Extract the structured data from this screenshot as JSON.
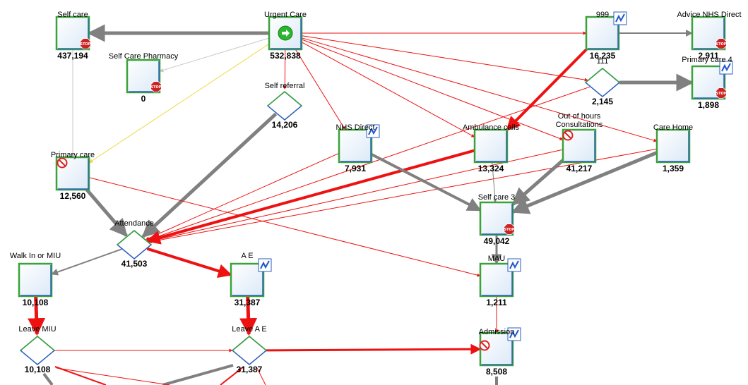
{
  "nodes": {
    "self_care": {
      "label": "Self care",
      "value": "437,194",
      "kind": "box",
      "badges": [
        "stop-icon"
      ]
    },
    "urgent_care": {
      "label": "Urgent Care",
      "value": "532,838",
      "kind": "box",
      "badges": [
        "start-icon"
      ]
    },
    "n999": {
      "label": "999",
      "value": "16,235",
      "kind": "box",
      "badges": [
        "trend-icon"
      ]
    },
    "advice_nhs_direct": {
      "label": "Advice NHS Direct",
      "value": "2,911",
      "kind": "box",
      "badges": [
        "stop-icon"
      ]
    },
    "self_care_pharmacy": {
      "label": "Self Care Pharmacy",
      "value": "0",
      "kind": "box",
      "badges": [
        "stop-icon"
      ]
    },
    "n111": {
      "label": "111",
      "value": "2,145",
      "kind": "diamond",
      "badges": []
    },
    "primary_care_4": {
      "label": "Primary care 4",
      "value": "1,898",
      "kind": "box",
      "badges": [
        "trend-icon",
        "stop-icon"
      ]
    },
    "self_referral": {
      "label": "Self referral",
      "value": "14,206",
      "kind": "diamond",
      "badges": []
    },
    "primary_care": {
      "label": "Primary care",
      "value": "12,560",
      "kind": "box",
      "badges": [
        "no-entry-icon"
      ]
    },
    "nhs_direct": {
      "label": "NHS Direct",
      "value": "7,931",
      "kind": "box",
      "badges": [
        "trend-icon"
      ]
    },
    "ambulance_calls": {
      "label": "Ambulance calls",
      "value": "13,324",
      "kind": "box",
      "badges": []
    },
    "out_of_hours": {
      "label": "Out of hours\nConsultations",
      "value": "41,217",
      "kind": "box",
      "badges": [
        "no-entry-icon"
      ]
    },
    "care_home": {
      "label": "Care Home",
      "value": "1,359",
      "kind": "box",
      "badges": []
    },
    "self_care_3": {
      "label": "Self care 3",
      "value": "49,042",
      "kind": "box",
      "badges": [
        "stop-icon"
      ]
    },
    "attendance": {
      "label": "Attendance",
      "value": "41,503",
      "kind": "diamond",
      "badges": []
    },
    "walk_in": {
      "label": "Walk In or MIU",
      "value": "10,108",
      "kind": "box",
      "badges": []
    },
    "ae": {
      "label": "A E",
      "value": "31,387",
      "kind": "box",
      "badges": [
        "trend-icon"
      ]
    },
    "mau": {
      "label": "MAU",
      "value": "1,211",
      "kind": "box",
      "badges": [
        "trend-icon"
      ]
    },
    "leave_miu": {
      "label": "Leave MIU",
      "value": "10,108",
      "kind": "diamond",
      "badges": []
    },
    "leave_ae": {
      "label": "Leave A E",
      "value": "31,387",
      "kind": "diamond",
      "badges": []
    },
    "admission": {
      "label": "Admission",
      "value": "8,508",
      "kind": "box",
      "badges": [
        "no-entry-icon",
        "trend-icon"
      ]
    }
  },
  "colors": {
    "node_border": "#3ba23b",
    "node_border_inner": "#2a5fbf",
    "node_fill": "#e9f2fb",
    "flow_red": "#ee1111",
    "flow_grey": "#808080",
    "flow_light": "#c8c8c8",
    "flow_yellow": "#f2d84a",
    "stop_red": "#cc2222"
  },
  "flows": [
    {
      "from": "urgent_care",
      "to": "self_care",
      "color": "grey",
      "weight": 5
    },
    {
      "from": "urgent_care",
      "to": "self_care_pharmacy",
      "color": "light",
      "weight": 1
    },
    {
      "from": "urgent_care",
      "to": "primary_care",
      "color": "yellow",
      "weight": 1
    },
    {
      "from": "urgent_care",
      "to": "self_referral",
      "color": "red",
      "weight": 1
    },
    {
      "from": "urgent_care",
      "to": "nhs_direct",
      "color": "red",
      "weight": 1
    },
    {
      "from": "urgent_care",
      "to": "n999",
      "color": "red",
      "weight": 1
    },
    {
      "from": "urgent_care",
      "to": "n111",
      "color": "red",
      "weight": 1
    },
    {
      "from": "urgent_care",
      "to": "out_of_hours",
      "color": "red",
      "weight": 1
    },
    {
      "from": "urgent_care",
      "to": "care_home",
      "color": "red",
      "weight": 1
    },
    {
      "from": "urgent_care",
      "to": "ambulance_calls",
      "color": "red",
      "weight": 1
    },
    {
      "from": "self_care",
      "to": "primary_care",
      "color": "light",
      "weight": 1
    },
    {
      "from": "n999",
      "to": "advice_nhs_direct",
      "color": "grey",
      "weight": 2
    },
    {
      "from": "n111",
      "to": "primary_care_4",
      "color": "grey",
      "weight": 5
    },
    {
      "from": "n999",
      "to": "ambulance_calls",
      "color": "red",
      "weight": 4
    },
    {
      "from": "n111",
      "to": "attendance",
      "color": "red",
      "weight": 1
    },
    {
      "from": "self_referral",
      "to": "attendance",
      "color": "grey",
      "weight": 5
    },
    {
      "from": "primary_care",
      "to": "attendance",
      "color": "grey",
      "weight": 5
    },
    {
      "from": "nhs_direct",
      "to": "attendance",
      "color": "red",
      "weight": 1
    },
    {
      "from": "ambulance_calls",
      "to": "attendance",
      "color": "red",
      "weight": 4
    },
    {
      "from": "out_of_hours",
      "to": "attendance",
      "color": "red",
      "weight": 1
    },
    {
      "from": "care_home",
      "to": "attendance",
      "color": "red",
      "weight": 1
    },
    {
      "from": "nhs_direct",
      "to": "self_care_3",
      "color": "grey",
      "weight": 4
    },
    {
      "from": "ambulance_calls",
      "to": "self_care_3",
      "color": "grey",
      "weight": 1
    },
    {
      "from": "out_of_hours",
      "to": "self_care_3",
      "color": "grey",
      "weight": 5
    },
    {
      "from": "care_home",
      "to": "self_care_3",
      "color": "grey",
      "weight": 5
    },
    {
      "from": "primary_care",
      "to": "mau",
      "color": "red",
      "weight": 1
    },
    {
      "from": "self_care_3",
      "to": "mau",
      "color": "grey",
      "weight": 3
    },
    {
      "from": "attendance",
      "to": "walk_in",
      "color": "grey",
      "weight": 2
    },
    {
      "from": "attendance",
      "to": "ae",
      "color": "red",
      "weight": 4
    },
    {
      "from": "walk_in",
      "to": "leave_miu",
      "color": "red",
      "weight": 5
    },
    {
      "from": "ae",
      "to": "leave_ae",
      "color": "red",
      "weight": 5
    },
    {
      "from": "mau",
      "to": "admission",
      "color": "red",
      "weight": 1
    },
    {
      "from": "leave_ae",
      "to": "admission",
      "color": "red",
      "weight": 3
    },
    {
      "from": "leave_miu",
      "to": "leave_ae",
      "color": "red",
      "weight": 1
    }
  ]
}
